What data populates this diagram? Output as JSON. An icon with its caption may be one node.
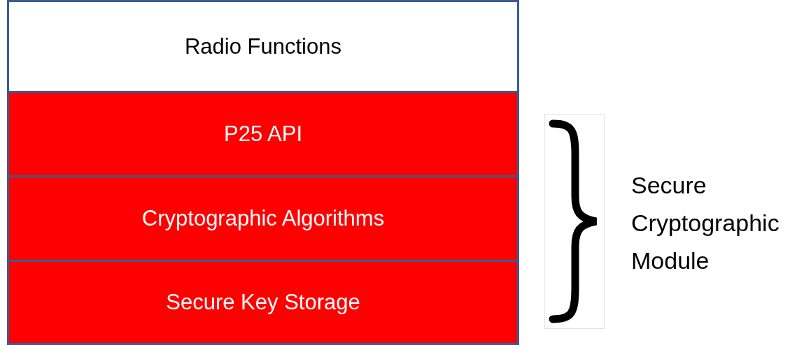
{
  "diagram": {
    "nodes": [
      {
        "text": [
          "Radio Functions"
        ]
      },
      {
        "text": [
          "P25 API"
        ]
      },
      {
        "text": [
          "Cryptographic Algorithms"
        ]
      },
      {
        "text": [
          "Secure Key Storage"
        ]
      }
    ],
    "labels": [
      "Secure Cryptographic Module"
    ]
  }
}
